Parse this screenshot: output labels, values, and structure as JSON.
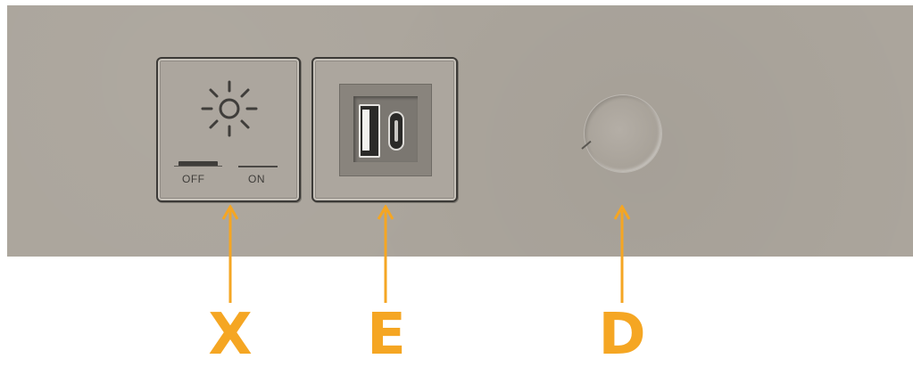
{
  "colors": {
    "panel": "#aba59c",
    "accent": "#f5a623",
    "dark": "#3f3d3a"
  },
  "switch_module": {
    "icon": "sun-icon",
    "off_label": "OFF",
    "on_label": "ON"
  },
  "usb_module": {
    "ports": [
      "usb-a-port",
      "usb-c-port"
    ]
  },
  "dial": {
    "icon": "dial-knob"
  },
  "callouts": {
    "x": "X",
    "e": "E",
    "d": "D"
  }
}
